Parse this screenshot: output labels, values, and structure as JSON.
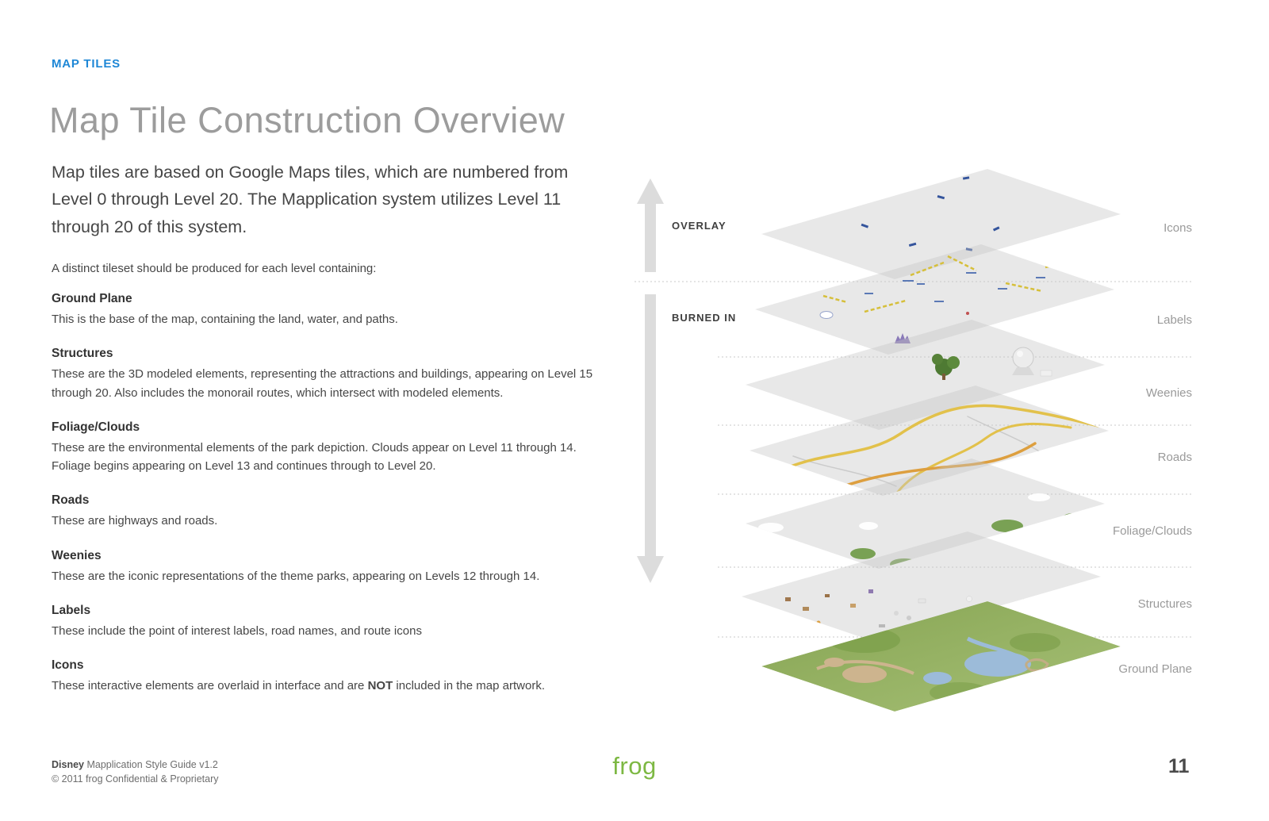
{
  "page": {
    "eyebrow": "MAP TILES",
    "title": "Map Tile Construction Overview",
    "intro": "Map tiles are based on Google Maps tiles, which are numbered from Level 0 through Level 20. The Mapplication system utilizes Level 11 through 20 of this system.",
    "subintro": "A distinct tileset should be produced for each level containing:"
  },
  "sections": [
    {
      "heading": "Ground Plane",
      "body": "This is the base of the map, containing the land, water, and paths."
    },
    {
      "heading": "Structures",
      "body": "These are the 3D modeled elements, representing the attractions and buildings, appearing on Level 15 through 20. Also includes the monorail routes, which intersect with modeled elements."
    },
    {
      "heading": "Foliage/Clouds",
      "body": "These are the environmental elements of the park depiction. Clouds appear on Level 11 through 14. Foliage begins appearing on Level 13 and continues through to Level 20."
    },
    {
      "heading": "Roads",
      "body": "These are highways and roads."
    },
    {
      "heading": "Weenies",
      "body": "These are the iconic representations of the theme parks, appearing on Levels 12 through 14."
    },
    {
      "heading": "Labels",
      "body": "These include the point of interest labels, road names, and route icons"
    },
    {
      "heading": "Icons",
      "body_prefix": "These interactive elements are overlaid in interface and are ",
      "body_bold": "NOT",
      "body_suffix": " included in the map artwork."
    }
  ],
  "diagram": {
    "overlay_label": "OVERLAY",
    "burned_in_label": "BURNED IN",
    "layers": [
      "Icons",
      "Labels",
      "Weenies",
      "Roads",
      "Foliage/Clouds",
      "Structures",
      "Ground Plane"
    ]
  },
  "footer": {
    "brand": "Disney",
    "left_rest": "Mapplication Style Guide v1.2",
    "copyright": "© 2011 frog  Confidential & Proprietary",
    "logo": "frog",
    "page_number": "11"
  },
  "colors": {
    "accent_blue": "#1e87d6",
    "frog_green": "#7db843",
    "title_gray": "#9c9c9c"
  }
}
